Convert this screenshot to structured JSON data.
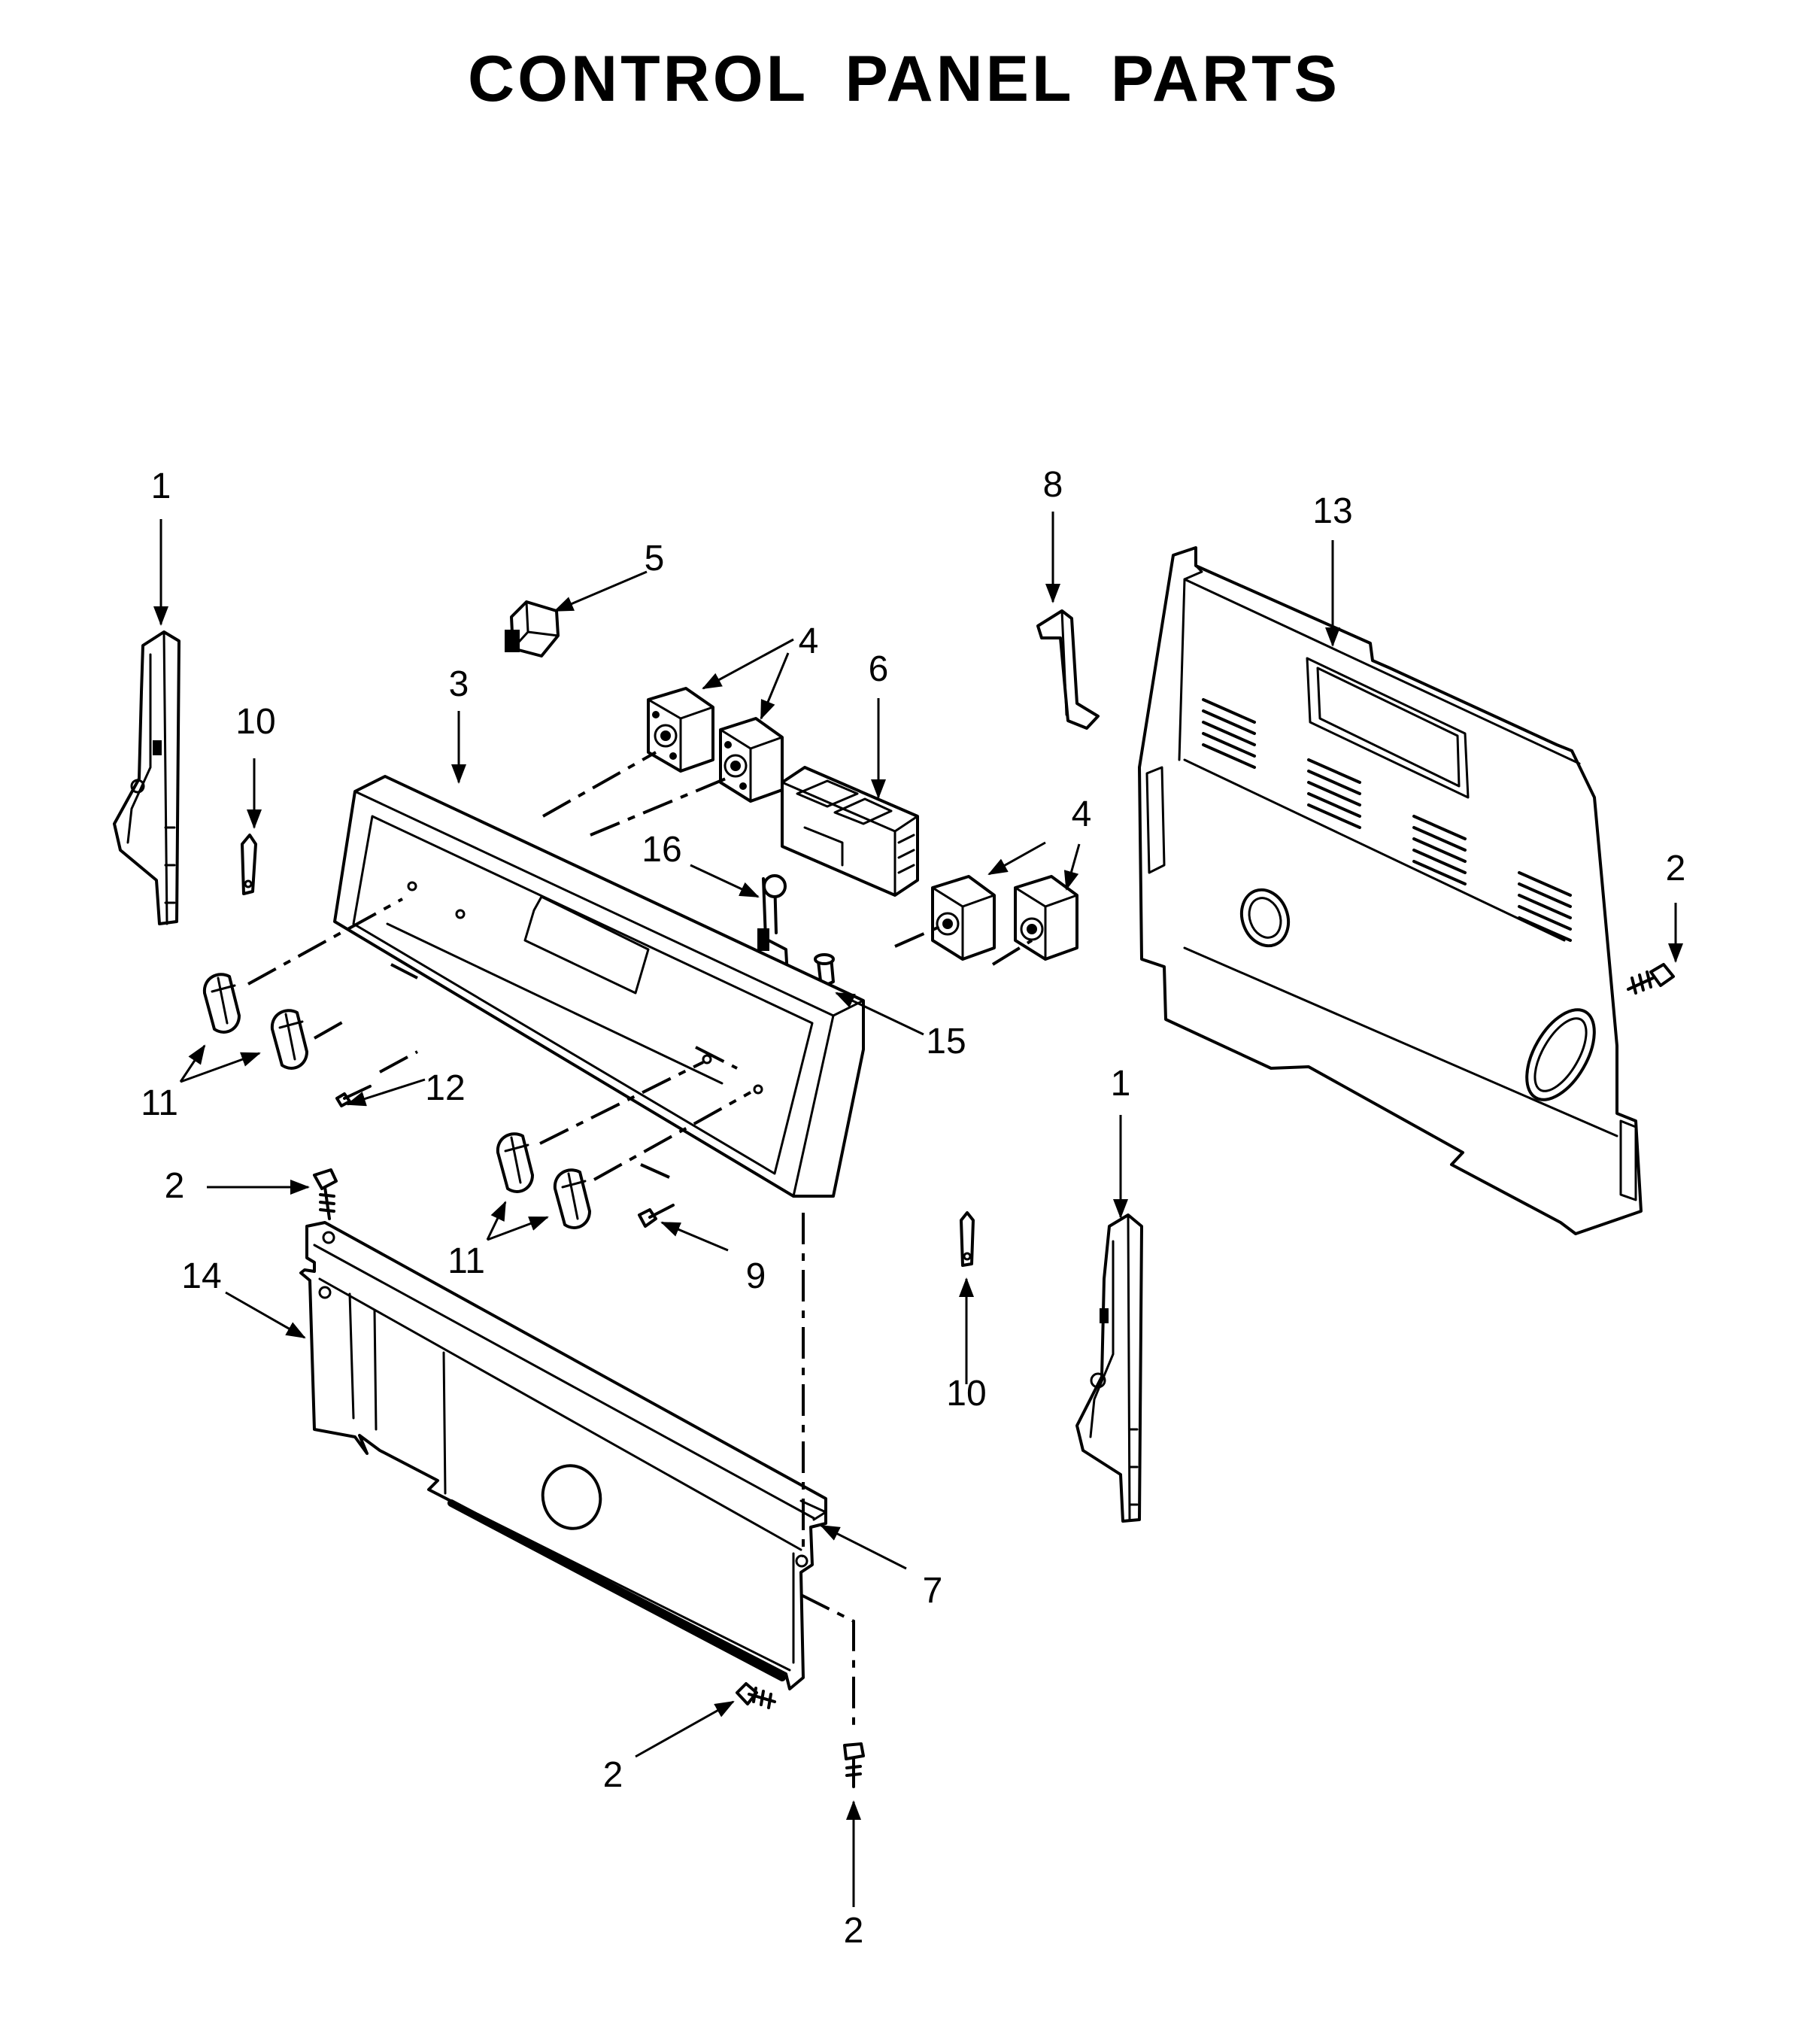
{
  "title": "CONTROL PANEL PARTS",
  "callouts": [
    {
      "id": "c1a",
      "label": "1"
    },
    {
      "id": "c1b",
      "label": "1"
    },
    {
      "id": "c2a",
      "label": "2"
    },
    {
      "id": "c2b",
      "label": "2"
    },
    {
      "id": "c2c",
      "label": "2"
    },
    {
      "id": "c2d",
      "label": "2"
    },
    {
      "id": "c3",
      "label": "3"
    },
    {
      "id": "c4a",
      "label": "4"
    },
    {
      "id": "c4b",
      "label": "4"
    },
    {
      "id": "c5",
      "label": "5"
    },
    {
      "id": "c6",
      "label": "6"
    },
    {
      "id": "c7",
      "label": "7"
    },
    {
      "id": "c8",
      "label": "8"
    },
    {
      "id": "c9",
      "label": "9"
    },
    {
      "id": "c10a",
      "label": "10"
    },
    {
      "id": "c10b",
      "label": "10"
    },
    {
      "id": "c11a",
      "label": "11"
    },
    {
      "id": "c11b",
      "label": "11"
    },
    {
      "id": "c12",
      "label": "12"
    },
    {
      "id": "c13",
      "label": "13"
    },
    {
      "id": "c14",
      "label": "14"
    },
    {
      "id": "c15",
      "label": "15"
    },
    {
      "id": "c16",
      "label": "16"
    }
  ]
}
